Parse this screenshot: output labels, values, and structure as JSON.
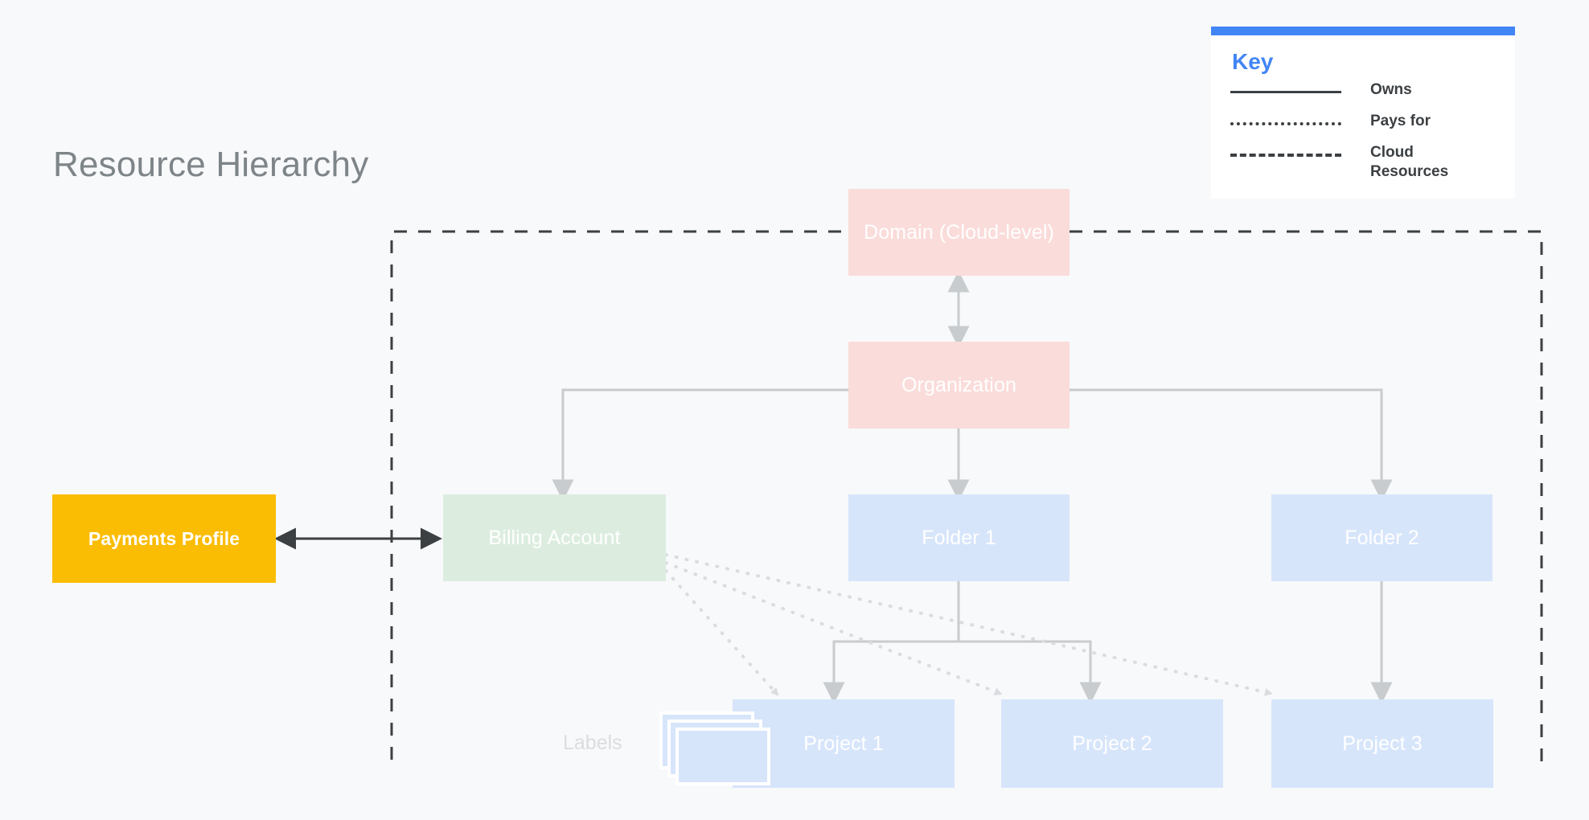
{
  "page": {
    "title": "Resource Hierarchy",
    "background_color": "#F8F9FA"
  },
  "colors": {
    "accent_blue": "#4285F4",
    "node_pink": "#FADCDA",
    "node_blue": "#D7E5FB",
    "node_green": "#DCEDDF",
    "node_amber": "#FBBC04",
    "connector_gray": "#C8CCCE",
    "dashed_boundary": "#3C4043",
    "title_gray": "#7E8589",
    "labels_gray": "#DADCE0"
  },
  "nodes": {
    "domain": {
      "label": "Domain (Cloud-level)",
      "color": "#FADCDA"
    },
    "organization": {
      "label": "Organization",
      "color": "#FADCDA"
    },
    "billing_account": {
      "label": "Billing Account",
      "color": "#DCEDDF"
    },
    "folder_1": {
      "label": "Folder 1",
      "color": "#D7E5FB"
    },
    "folder_2": {
      "label": "Folder 2",
      "color": "#D7E5FB"
    },
    "project_1": {
      "label": "Project 1",
      "color": "#D7E5FB"
    },
    "project_2": {
      "label": "Project 2",
      "color": "#D7E5FB"
    },
    "project_3": {
      "label": "Project 3",
      "color": "#D7E5FB"
    },
    "payments_profile": {
      "label": "Payments Profile",
      "color": "#FBBC04"
    }
  },
  "labels_annotation": {
    "caption": "Labels"
  },
  "key": {
    "title": "Key",
    "accent_color": "#4285F4",
    "items": [
      {
        "style": "solid",
        "label": "Owns"
      },
      {
        "style": "dotted",
        "label": "Pays for"
      },
      {
        "style": "dashed",
        "label": "Cloud Resources"
      }
    ]
  },
  "relationships": [
    {
      "from": "domain",
      "to": "organization",
      "style": "solid",
      "arrows": "both",
      "meaning": "Owns"
    },
    {
      "from": "organization",
      "to": "billing_account",
      "style": "solid",
      "arrows": "to",
      "meaning": "Owns"
    },
    {
      "from": "organization",
      "to": "folder_1",
      "style": "solid",
      "arrows": "to",
      "meaning": "Owns"
    },
    {
      "from": "organization",
      "to": "folder_2",
      "style": "solid",
      "arrows": "to",
      "meaning": "Owns"
    },
    {
      "from": "folder_1",
      "to": "project_1",
      "style": "solid",
      "arrows": "to",
      "meaning": "Owns"
    },
    {
      "from": "folder_1",
      "to": "project_2",
      "style": "solid",
      "arrows": "to",
      "meaning": "Owns"
    },
    {
      "from": "folder_2",
      "to": "project_3",
      "style": "solid",
      "arrows": "to",
      "meaning": "Owns"
    },
    {
      "from": "billing_account",
      "to": "project_1",
      "style": "dotted",
      "arrows": "to",
      "meaning": "Pays for"
    },
    {
      "from": "billing_account",
      "to": "project_2",
      "style": "dotted",
      "arrows": "to",
      "meaning": "Pays for"
    },
    {
      "from": "billing_account",
      "to": "project_3",
      "style": "dotted",
      "arrows": "to",
      "meaning": "Pays for"
    },
    {
      "from": "payments_profile",
      "to": "billing_account",
      "style": "solid-dark",
      "arrows": "both",
      "meaning": "linked"
    }
  ],
  "cloud_resources_boundary": {
    "style": "dashed",
    "meaning": "Cloud Resources"
  }
}
